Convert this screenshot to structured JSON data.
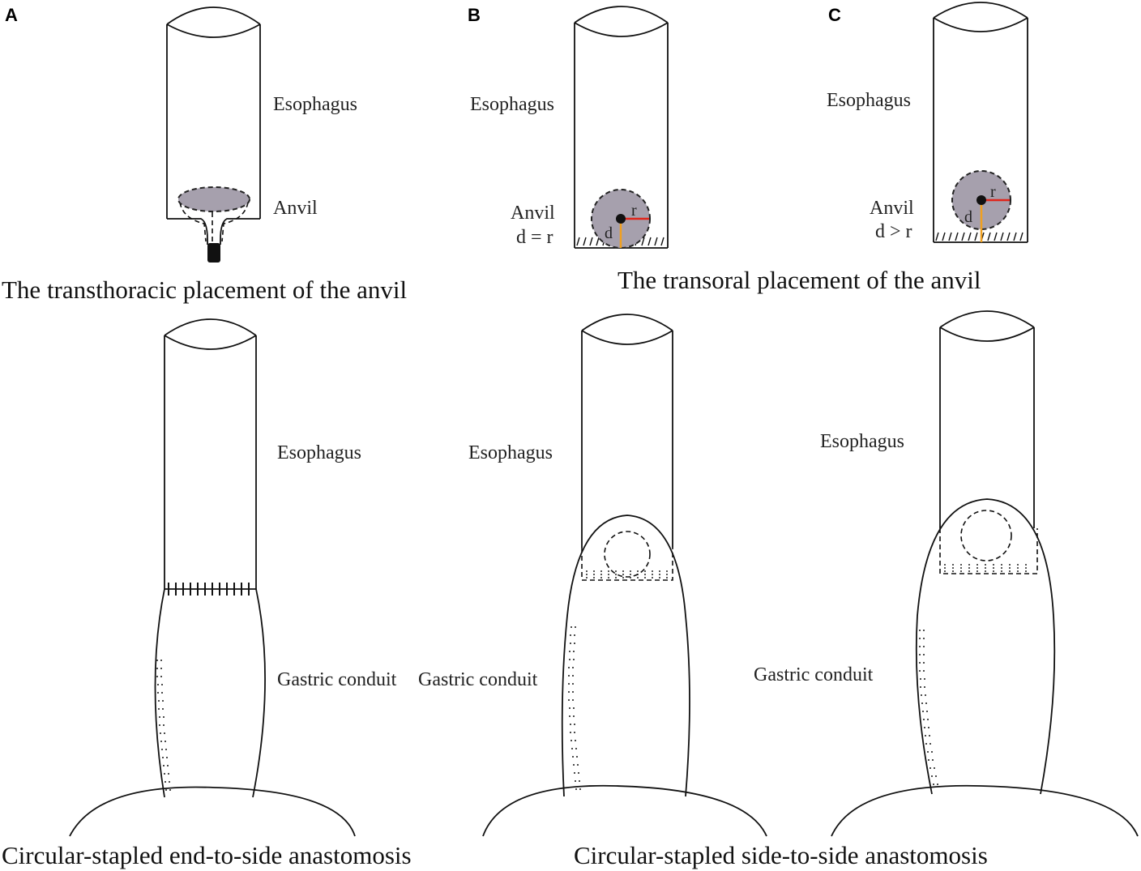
{
  "panels": {
    "A": {
      "letter": "A",
      "top_esophagus": "Esophagus",
      "anvil": "Anvil",
      "bottom_esophagus": "Esophagus",
      "gastric_conduit": "Gastric conduit"
    },
    "B": {
      "letter": "B",
      "top_esophagus": "Esophagus",
      "anvil": "Anvil",
      "condition": "d = r",
      "radius_label": "r",
      "distance_label": "d",
      "bottom_esophagus": "Esophagus",
      "gastric_conduit": "Gastric conduit"
    },
    "C": {
      "letter": "C",
      "top_esophagus": "Esophagus",
      "anvil": "Anvil",
      "condition": "d > r",
      "radius_label": "r",
      "distance_label": "d",
      "bottom_esophagus": "Esophagus",
      "gastric_conduit": "Gastric conduit"
    }
  },
  "captions": {
    "transthoracic": "The transthoracic placement of the anvil",
    "transoral": "The transoral placement of the anvil",
    "end_to_side": "Circular-stapled end-to-side anastomosis",
    "side_to_side": "Circular-stapled side-to-side anastomosis"
  },
  "colors": {
    "anvil_fill": "#a6a0ad",
    "radius_line": "#e0251b",
    "distance_line": "#f0a020"
  }
}
